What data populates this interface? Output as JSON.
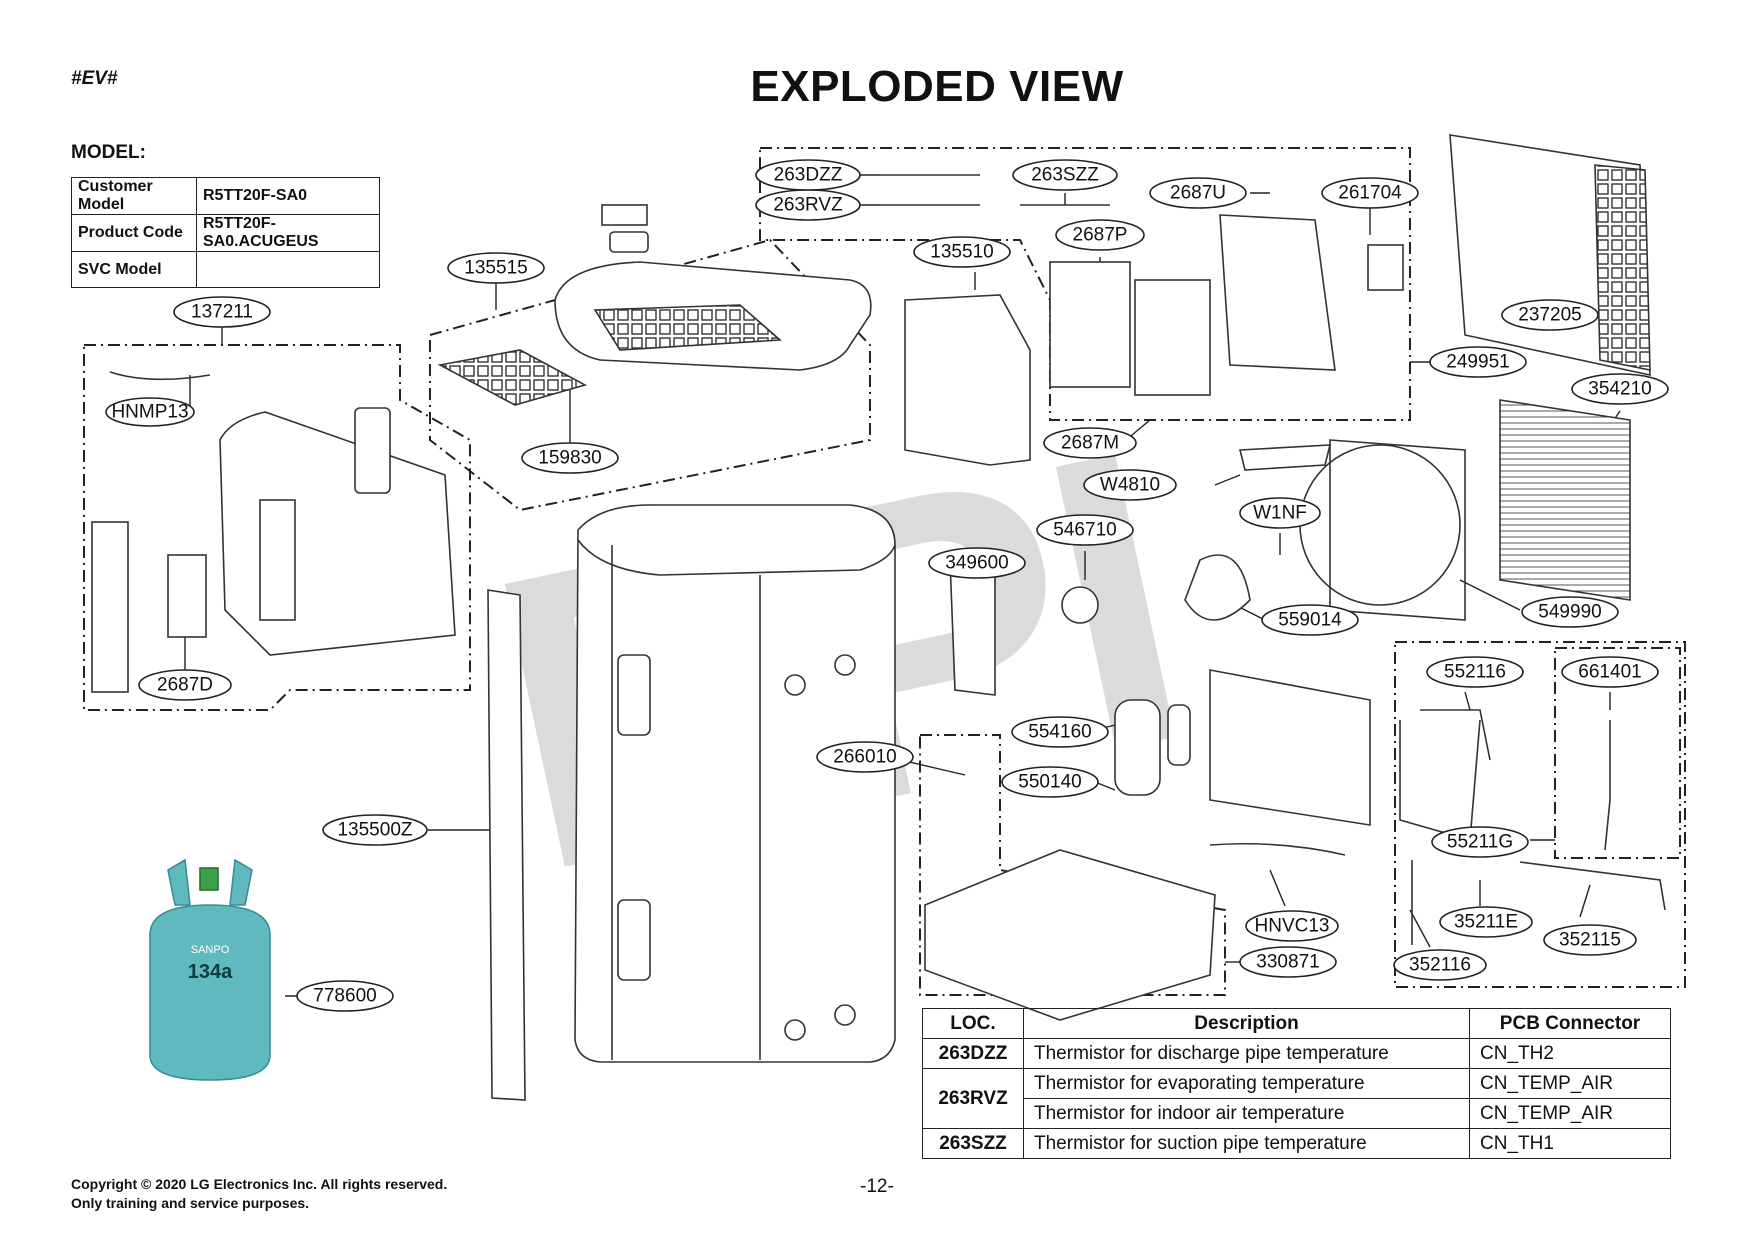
{
  "header": {
    "tag": "#EV#",
    "title": "EXPLODED VIEW",
    "model_label": "MODEL:"
  },
  "model_table": [
    {
      "key": "Customer Model",
      "value": "R5TT20F-SA0"
    },
    {
      "key": "Product Code",
      "value": "R5TT20F-SA0.ACUGEUS"
    },
    {
      "key": "SVC Model",
      "value": ""
    }
  ],
  "watermark": "RPI",
  "part_labels": {
    "p263DZZ": "263DZZ",
    "p263RVZ": "263RVZ",
    "p263SZZ": "263SZZ",
    "p2687U": "2687U",
    "p261704": "261704",
    "p237205": "237205",
    "p2687P": "2687P",
    "p135510": "135510",
    "p135515": "135515",
    "p137211": "137211",
    "pHNMP13": "HNMP13",
    "p159830": "159830",
    "p249951": "249951",
    "p354210": "354210",
    "p2687M": "2687M",
    "pW4810": "W4810",
    "pW1NF": "W1NF",
    "p546710": "546710",
    "p349600": "349600",
    "p559014": "559014",
    "p549990": "549990",
    "p2687D": "2687D",
    "p552116": "552116",
    "p661401": "661401",
    "p554160": "554160",
    "p266010": "266010",
    "p550140": "550140",
    "p135500Z": "135500Z",
    "p55211G": "55211G",
    "p778600": "778600",
    "pHNVC13": "HNVC13",
    "p35211E": "35211E",
    "p352115": "352115",
    "p330871": "330871",
    "p352116": "352116"
  },
  "cylinder": {
    "brand": "SANPO",
    "gas": "134a"
  },
  "loc_table": {
    "headers": [
      "LOC.",
      "Description",
      "PCB Connector"
    ],
    "rows": [
      {
        "loc": "263DZZ",
        "desc": "Thermistor for discharge pipe temperature",
        "conn": "CN_TH2"
      },
      {
        "loc": "263RVZ",
        "desc": "Thermistor for evaporating temperature",
        "conn": "CN_TEMP_AIR"
      },
      {
        "loc": "",
        "desc": "Thermistor for indoor air temperature",
        "conn": "CN_TEMP_AIR"
      },
      {
        "loc": "263SZZ",
        "desc": "Thermistor for suction pipe temperature",
        "conn": "CN_TH1"
      }
    ]
  },
  "footer": {
    "copyright": "Copyright © 2020 LG Electronics Inc. All rights reserved.",
    "purpose": "Only training and service purposes.",
    "page": "-12-"
  }
}
